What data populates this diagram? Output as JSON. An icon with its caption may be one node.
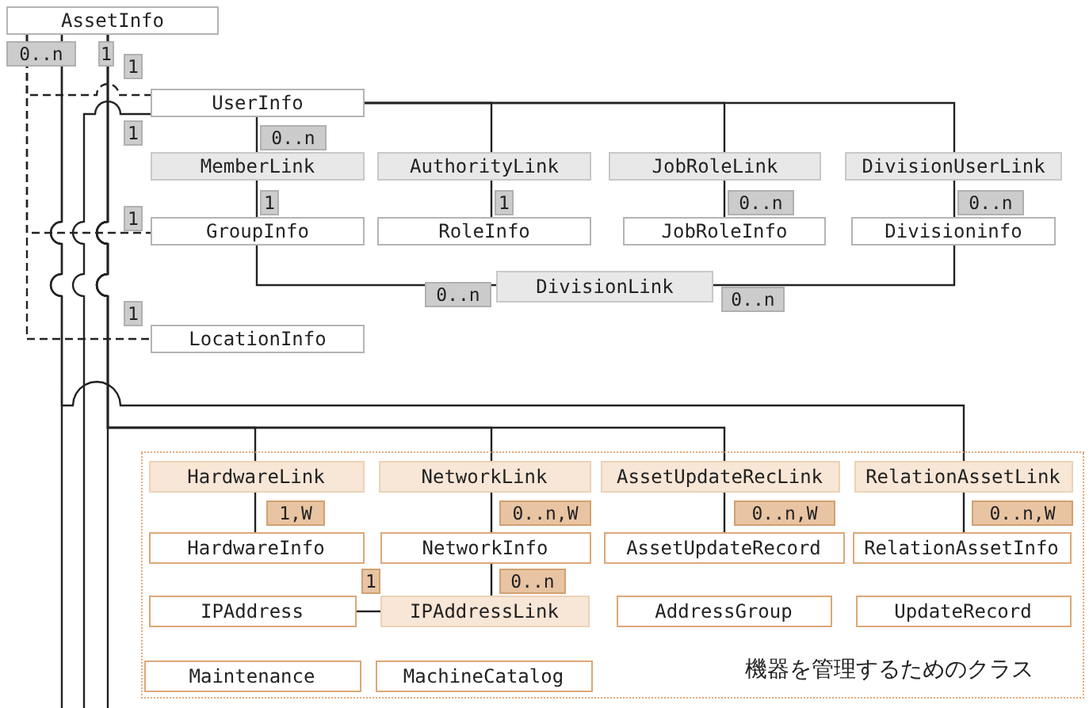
{
  "diagram": {
    "nodes": [
      {
        "text": [
          "AssetInfo"
        ]
      },
      {
        "text": [
          "UserInfo"
        ]
      },
      {
        "text": [
          "MemberLink"
        ]
      },
      {
        "text": [
          "AuthorityLink"
        ]
      },
      {
        "text": [
          "JobRoleLink"
        ]
      },
      {
        "text": [
          "DivisionUserLink"
        ]
      },
      {
        "text": [
          "GroupInfo"
        ]
      },
      {
        "text": [
          "RoleInfo"
        ]
      },
      {
        "text": [
          "JobRoleInfo"
        ]
      },
      {
        "text": [
          "Divisioninfo"
        ]
      },
      {
        "text": [
          "DivisionLink"
        ]
      },
      {
        "text": [
          "LocationInfo"
        ]
      },
      {
        "text": [
          "機器を管理するためのクラス"
        ]
      },
      {
        "text": [
          "HardwareLink"
        ],
        "in": 12
      },
      {
        "text": [
          "NetworkLink"
        ],
        "in": 12
      },
      {
        "text": [
          "AssetUpdateRecLink"
        ],
        "in": 12
      },
      {
        "text": [
          "RelationAssetLink"
        ],
        "in": 12
      },
      {
        "text": [
          "HardwareInfo"
        ],
        "in": 12
      },
      {
        "text": [
          "NetworkInfo"
        ],
        "in": 12
      },
      {
        "text": [
          "AssetUpdateRecord"
        ],
        "in": 12
      },
      {
        "text": [
          "RelationAssetInfo"
        ],
        "in": 12
      },
      {
        "text": [
          "IPAddress"
        ],
        "in": 12
      },
      {
        "text": [
          "IPAddressLink"
        ],
        "in": 12
      },
      {
        "text": [
          "AddressGroup"
        ],
        "in": 12
      },
      {
        "text": [
          "UpdateRecord"
        ],
        "in": 12
      },
      {
        "text": [
          "Maintenance"
        ],
        "in": 12
      },
      {
        "text": [
          "MachineCatalog"
        ],
        "in": 12
      }
    ],
    "edges": [
      {
        "from": 0,
        "to": 1,
        "arrow": "none",
        "style": "dashed"
      },
      {
        "from": 0,
        "to": 6,
        "arrow": "none",
        "style": "dashed"
      },
      {
        "from": 0,
        "to": 11,
        "arrow": "none",
        "style": "dashed"
      },
      {
        "from": 0,
        "to": 16,
        "arrow": "none"
      },
      {
        "from": 0,
        "to": 13,
        "arrow": "none"
      },
      {
        "from": 0,
        "to": 14,
        "arrow": "none"
      },
      {
        "from": 0,
        "to": 15,
        "arrow": "none"
      },
      {
        "from": 0,
        "to": null,
        "arrow": "none"
      },
      {
        "from": 0,
        "to": null,
        "arrow": "none"
      },
      {
        "from": 1,
        "to": null,
        "arrow": "none"
      },
      {
        "from": 1,
        "to": 2,
        "arrow": "none"
      },
      {
        "from": 1,
        "to": 3,
        "arrow": "none"
      },
      {
        "from": 1,
        "to": 4,
        "arrow": "none"
      },
      {
        "from": 1,
        "to": 5,
        "arrow": "none"
      },
      {
        "from": 2,
        "to": 6,
        "arrow": "none"
      },
      {
        "from": 3,
        "to": 7,
        "arrow": "none"
      },
      {
        "from": 4,
        "to": 8,
        "arrow": "none"
      },
      {
        "from": 5,
        "to": 9,
        "arrow": "none"
      },
      {
        "from": 6,
        "to": 10,
        "arrow": "none"
      },
      {
        "from": 10,
        "to": 9,
        "arrow": "none"
      },
      {
        "from": 13,
        "to": 17,
        "arrow": "none"
      },
      {
        "from": 14,
        "to": 18,
        "arrow": "none"
      },
      {
        "from": 18,
        "to": 22,
        "arrow": "none"
      },
      {
        "from": 21,
        "to": 22,
        "arrow": "none"
      },
      {
        "from": 15,
        "to": 19,
        "arrow": "none"
      },
      {
        "from": 16,
        "to": 20,
        "arrow": "none"
      }
    ],
    "labels": [
      "0..n",
      "1",
      "1",
      "1",
      "0..n",
      "1",
      "1",
      "0..n",
      "0..n",
      "1",
      "0..n",
      "0..n",
      "1",
      "1,W",
      "0..n,W",
      "0..n,W",
      "0..n,W",
      "1",
      "0..n"
    ]
  }
}
